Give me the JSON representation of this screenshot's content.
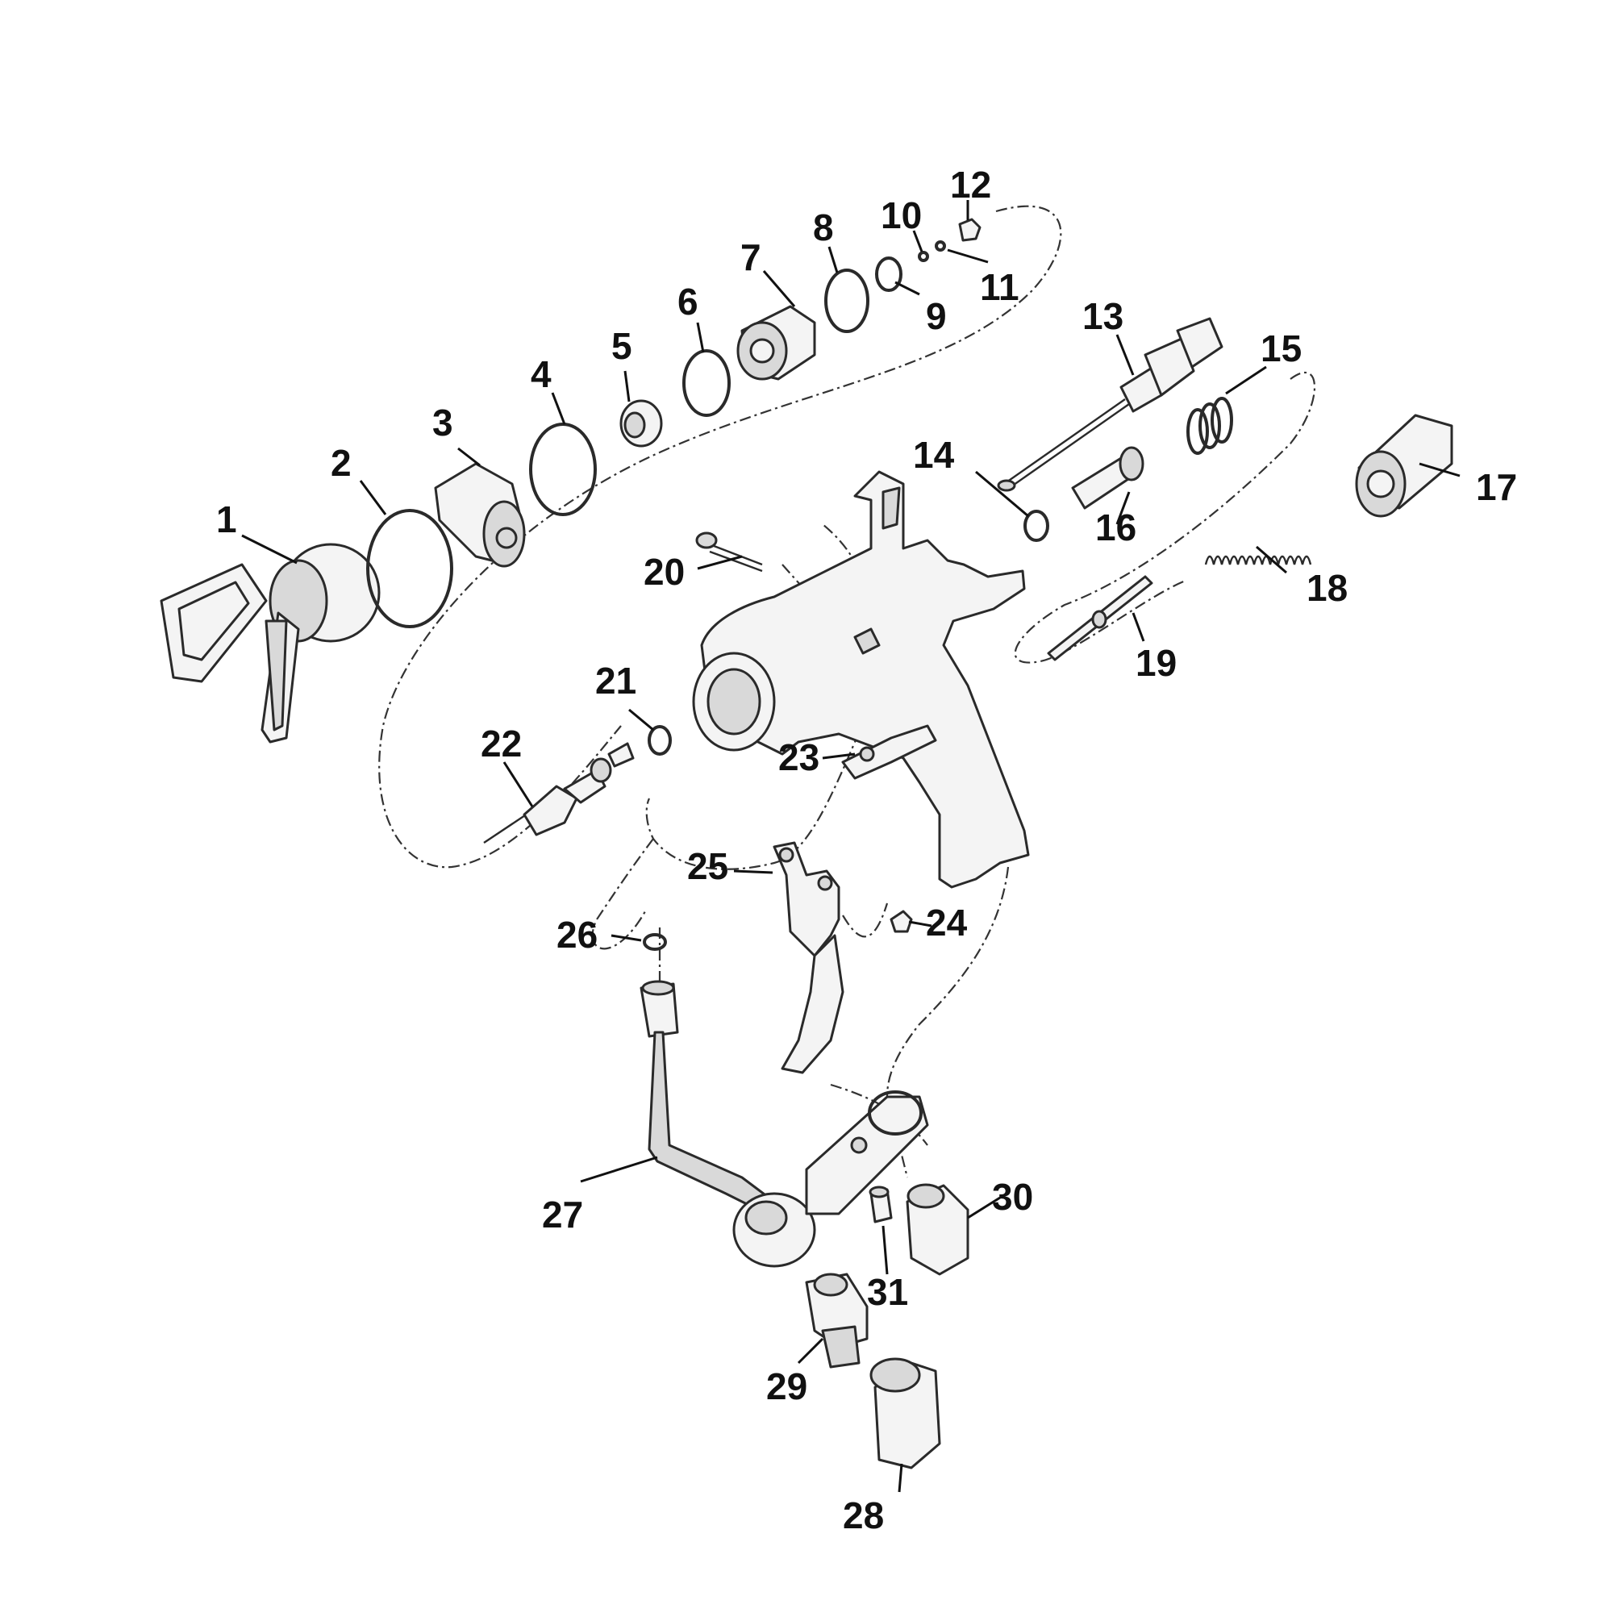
{
  "diagram": {
    "callouts": [
      "1",
      "2",
      "3",
      "4",
      "5",
      "6",
      "7",
      "8",
      "9",
      "10",
      "11",
      "12",
      "13",
      "14",
      "15",
      "16",
      "17",
      "18",
      "19",
      "20",
      "21",
      "22",
      "23",
      "24",
      "25",
      "26",
      "27",
      "28",
      "29",
      "30",
      "31"
    ]
  }
}
